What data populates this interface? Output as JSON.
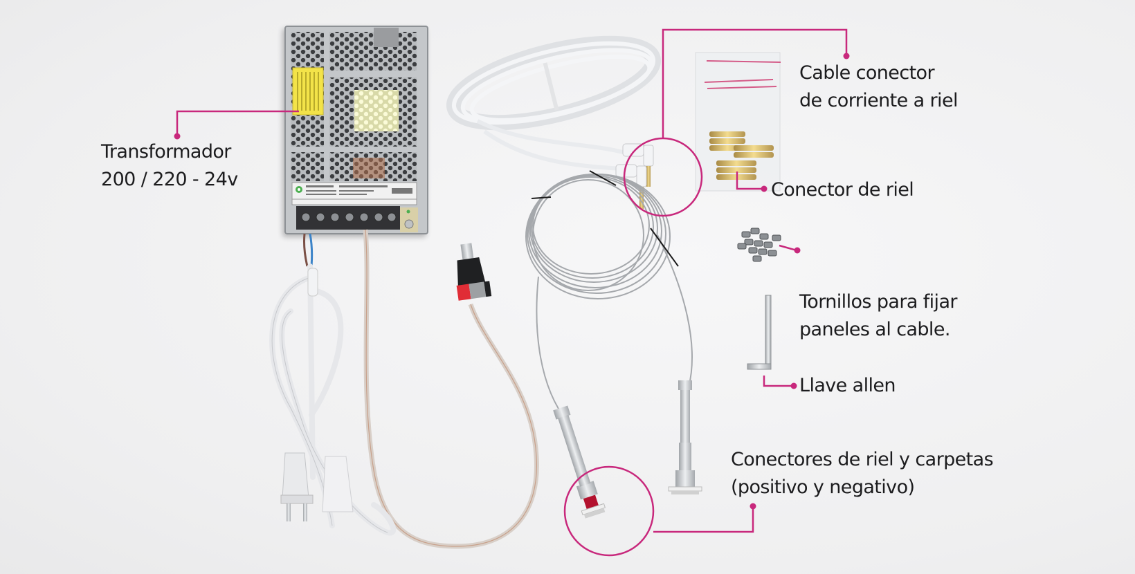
{
  "accent_color": "#c8287c",
  "callouts": {
    "transformer": {
      "line1": "Transformador",
      "line2": "200 / 220 - 24v"
    },
    "power_cable": {
      "line1": "Cable conector",
      "line2": "de corriente a riel"
    },
    "rail_connector": {
      "line1": "Conector de riel"
    },
    "screws": {
      "line1": "Tornillos para fijar",
      "line2": "paneles al cable."
    },
    "allen_key": {
      "line1": "Llave allen"
    },
    "rail_clamps": {
      "line1": "Conectores de riel y carpetas",
      "line2": "(positivo y negativo)"
    }
  }
}
